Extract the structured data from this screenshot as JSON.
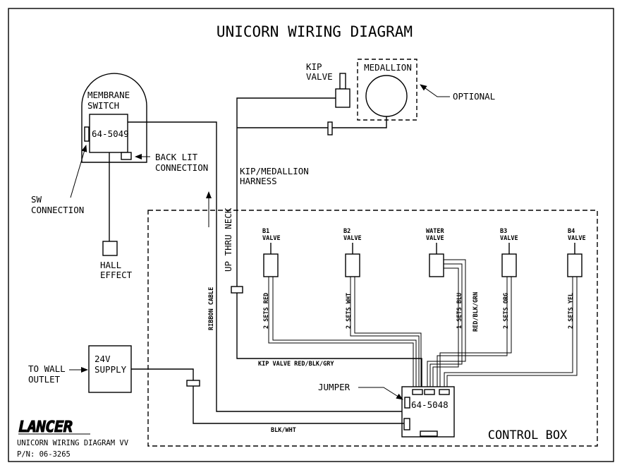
{
  "title": "UNICORN WIRING DIAGRAM",
  "membrane": {
    "line1": "MEMBRANE",
    "line2": "SWITCH",
    "part": "64-5049"
  },
  "backlit": {
    "line1": "BACK LIT",
    "line2": "CONNECTION"
  },
  "sw": {
    "line1": "SW",
    "line2": "CONNECTION"
  },
  "hall": {
    "line1": "HALL",
    "line2": "EFFECT"
  },
  "kip": {
    "line1": "KIP",
    "line2": "VALVE"
  },
  "medallion": "MEDALLION",
  "optional": "OPTIONAL",
  "harness": {
    "line1": "KIP/MEDALLION",
    "line2": "HARNESS"
  },
  "up_thru_neck": "UP THRU NECK",
  "ribbon_cable": "RIBBON CABLE",
  "valves": [
    {
      "name": "B1",
      "label": "VALVE",
      "wire": "2 SETS RED"
    },
    {
      "name": "B2",
      "label": "VALVE",
      "wire": "2 SETS WHT"
    },
    {
      "name": "WATER",
      "label": "VALVE",
      "wire": "1 SETS BLU"
    },
    {
      "name": "B3",
      "label": "VALVE",
      "wire": "2 SETS ORG"
    },
    {
      "name": "B4",
      "label": "VALVE",
      "wire": "2 SETS YEL"
    }
  ],
  "red_blk_grn": "RED/BLK/GRN",
  "kip_wire": "KIP VALVE RED/BLK/GRY",
  "jumper": "JUMPER",
  "control_part": "64-5048",
  "control_box": "CONTROL BOX",
  "blk_wht": "BLK/WHT",
  "supply": {
    "line1": "24V",
    "line2": "SUPPLY"
  },
  "wall": {
    "line1": "TO WALL",
    "line2": "OUTLET"
  },
  "brand": "LANCER",
  "footer_title": "UNICORN WIRING DIAGRAM VV",
  "part_number": "P/N: 06-3265"
}
